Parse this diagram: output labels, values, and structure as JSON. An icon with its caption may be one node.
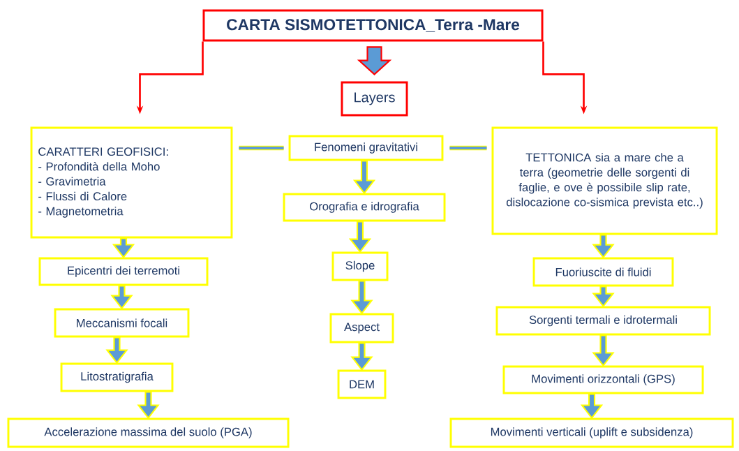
{
  "diagram": {
    "nodes": [
      {
        "text": [
          "CARTA SISMOTETTONICA_Terra -Mare"
        ]
      },
      {
        "text": [
          "Layers"
        ]
      },
      {
        "text": [
          "CARATTERI GEOFISICI:",
          "- Profondità della Moho",
          "- Gravimetria",
          "- Flussi di Calore",
          "- Magnetometria"
        ]
      },
      {
        "text": [
          "Fenomeni gravitativi"
        ]
      },
      {
        "text": [
          "TETTONICA sia a mare che a terra (geometrie delle sorgenti di faglie, e ove è possibile slip rate, dislocazione co-sismica prevista etc..)"
        ]
      },
      {
        "text": [
          "Epicentri dei terremoti"
        ]
      },
      {
        "text": [
          "Meccanismi focali"
        ]
      },
      {
        "text": [
          "Litostratigrafia"
        ]
      },
      {
        "text": [
          "Accelerazione massima del suolo (PGA)"
        ]
      },
      {
        "text": [
          "Orografia e idrografia"
        ]
      },
      {
        "text": [
          "Slope"
        ]
      },
      {
        "text": [
          "Aspect"
        ]
      },
      {
        "text": [
          "DEM"
        ]
      },
      {
        "text": [
          "Fuoriuscite di fluidi"
        ]
      },
      {
        "text": [
          "Sorgenti termali e idrotermali"
        ]
      },
      {
        "text": [
          "Movimenti orizzontali (GPS)"
        ]
      },
      {
        "text": [
          "Movimenti verticali (uplift e subsidenza)"
        ]
      }
    ],
    "edges": [
      {
        "from": 0,
        "to": 2,
        "arrow": "to",
        "color": "#ff0000"
      },
      {
        "from": 0,
        "to": 1,
        "arrow": "to",
        "color": "#ff0000",
        "style": "thick"
      },
      {
        "from": 0,
        "to": 4,
        "arrow": "to",
        "color": "#ff0000"
      },
      {
        "from": 2,
        "to": 3,
        "arrow": "none",
        "style": "thick",
        "color": "#ffff00"
      },
      {
        "from": 3,
        "to": 4,
        "arrow": "none",
        "style": "thick",
        "color": "#ffff00"
      },
      {
        "from": 2,
        "to": 5,
        "arrow": "to",
        "style": "thick"
      },
      {
        "from": 5,
        "to": 6,
        "arrow": "to",
        "style": "thick"
      },
      {
        "from": 6,
        "to": 7,
        "arrow": "to",
        "style": "thick"
      },
      {
        "from": 7,
        "to": 8,
        "arrow": "to",
        "style": "thick"
      },
      {
        "from": 3,
        "to": 9,
        "arrow": "to",
        "style": "thick"
      },
      {
        "from": 9,
        "to": 10,
        "arrow": "to",
        "style": "thick"
      },
      {
        "from": 10,
        "to": 11,
        "arrow": "to",
        "style": "thick"
      },
      {
        "from": 11,
        "to": 12,
        "arrow": "to",
        "style": "thick"
      },
      {
        "from": 4,
        "to": 13,
        "arrow": "to",
        "style": "thick"
      },
      {
        "from": 13,
        "to": 14,
        "arrow": "to",
        "style": "thick"
      },
      {
        "from": 14,
        "to": 15,
        "arrow": "to",
        "style": "thick"
      },
      {
        "from": 15,
        "to": 16,
        "arrow": "to",
        "style": "thick"
      }
    ]
  }
}
